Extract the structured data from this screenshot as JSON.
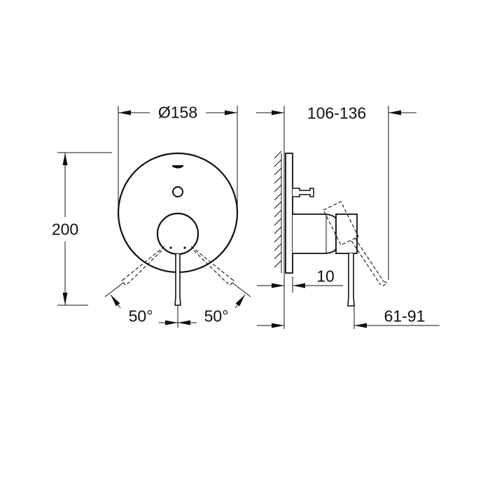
{
  "drawing": {
    "title": "Concealed mixer trim - technical dimension drawing",
    "colors": {
      "line": "#111111",
      "background": "#ffffff"
    },
    "front_view": {
      "diameter_label": "Ø158",
      "height_label": "200",
      "angle_left_label": "50°",
      "angle_right_label": "50°"
    },
    "side_view": {
      "depth_label": "106-136",
      "plate_offset_label": "10",
      "lever_offset_label": "61-91"
    }
  }
}
